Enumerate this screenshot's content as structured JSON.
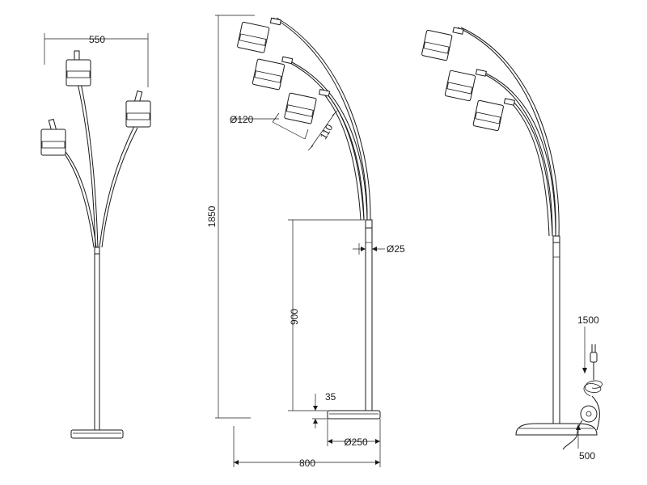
{
  "dimensions": {
    "spread_width": "550",
    "total_height": "1850",
    "shade_diameter": "Ø120",
    "shade_height": "110",
    "pole_diameter": "Ø25",
    "switch_height": "900",
    "base_height": "35",
    "base_diameter": "Ø250",
    "total_depth": "800",
    "cable_length": "1500",
    "switch_cable_length": "500"
  }
}
